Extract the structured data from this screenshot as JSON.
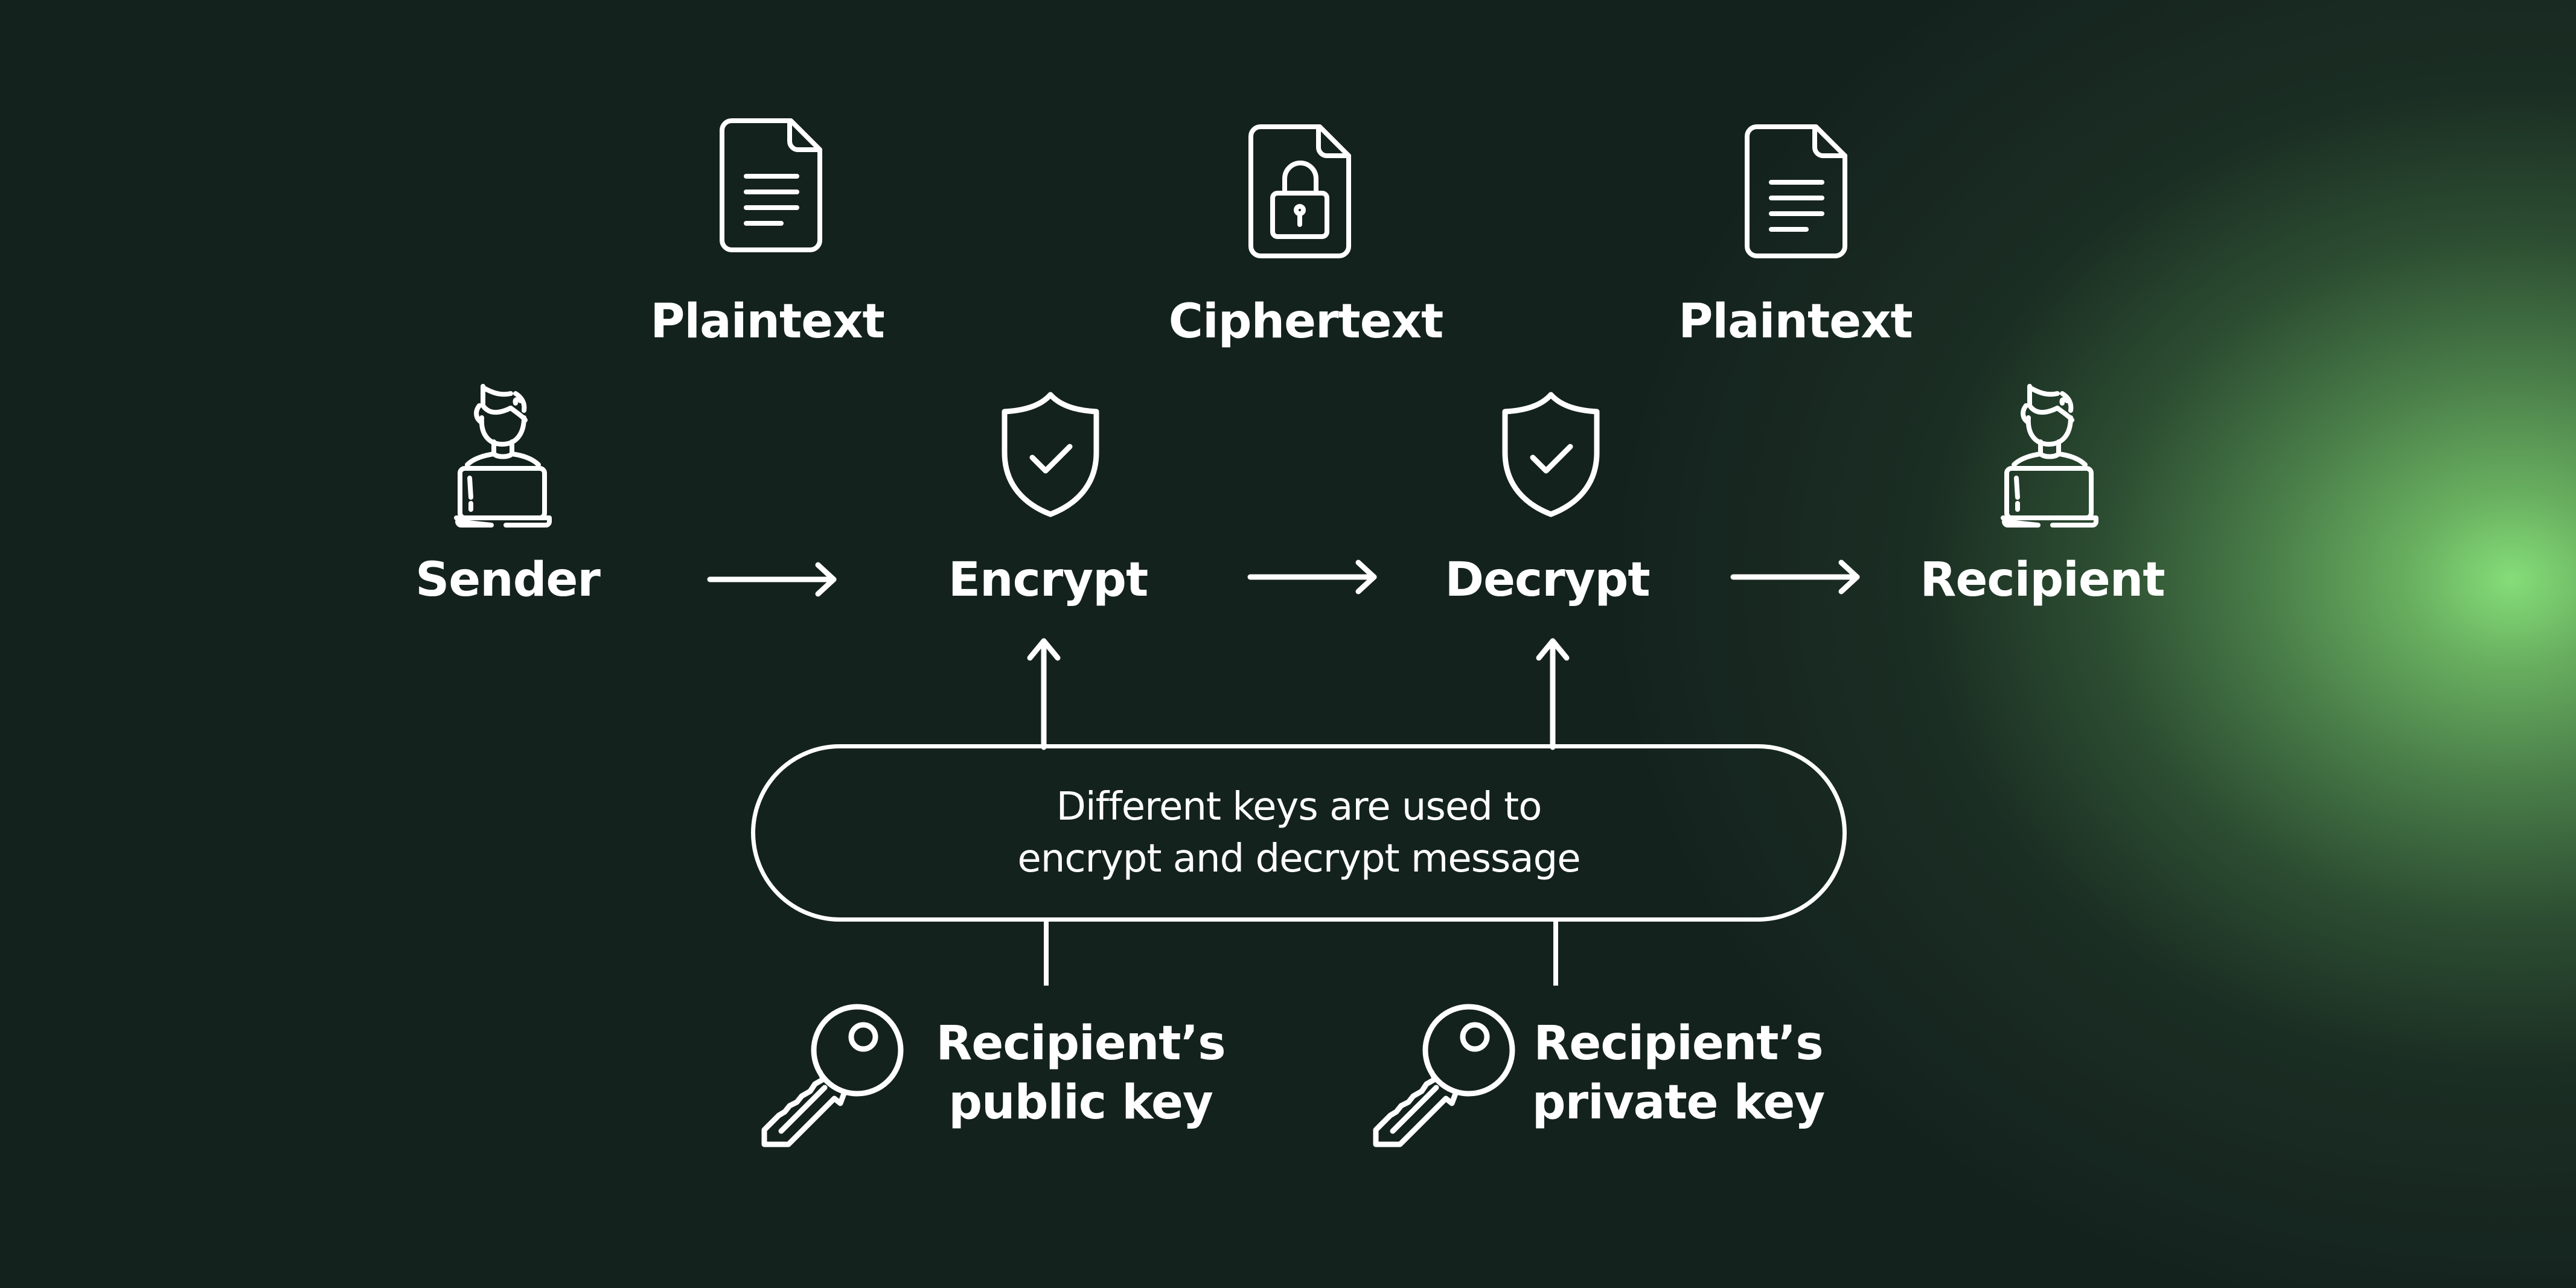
{
  "diagram": {
    "title_hidden": "Asymmetric encryption flow",
    "documents": [
      {
        "label": "Plaintext",
        "icon": "document-text-icon"
      },
      {
        "label": "Ciphertext",
        "icon": "document-lock-icon"
      },
      {
        "label": "Plaintext",
        "icon": "document-text-icon"
      }
    ],
    "flow": [
      {
        "label": "Sender",
        "icon": "person-laptop-icon"
      },
      {
        "label": "Encrypt",
        "icon": "shield-check-icon"
      },
      {
        "label": "Decrypt",
        "icon": "shield-check-icon"
      },
      {
        "label": "Recipient",
        "icon": "person-laptop-icon"
      }
    ],
    "note": {
      "line1": "Different keys are used to",
      "line2": "encrypt and decrypt message"
    },
    "keys": [
      {
        "line1": "Recipient’s",
        "line2": "public key",
        "icon": "key-icon"
      },
      {
        "line1": "Recipient’s",
        "line2": "private key",
        "icon": "key-icon"
      }
    ]
  },
  "colors": {
    "background": "#14221e",
    "glow": "#85dd78",
    "foreground": "#ffffff"
  }
}
